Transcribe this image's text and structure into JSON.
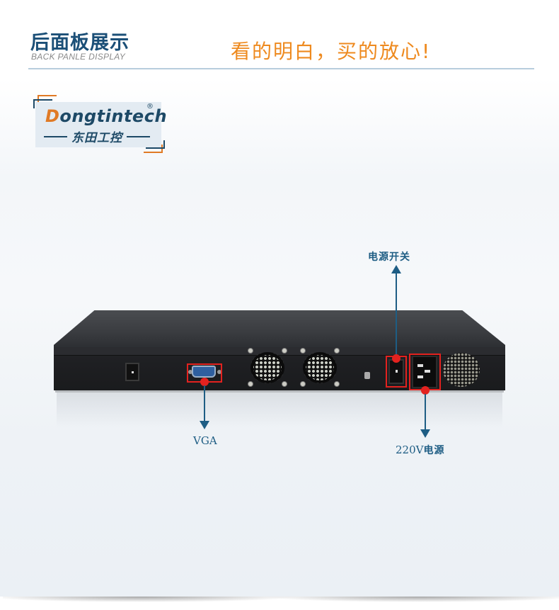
{
  "header": {
    "title_cn": "后面板展示",
    "title_en": "BACK PANLE DISPLAY",
    "slogan": "看的明白，买的放心!"
  },
  "logo": {
    "first_letter": "D",
    "rest": "ongtintech",
    "registered": "®",
    "subtitle": "东田工控"
  },
  "callouts": [
    {
      "id": "vga",
      "label": "VGA",
      "direction": "down"
    },
    {
      "id": "power_switch",
      "label": "电源开关",
      "direction": "up"
    },
    {
      "id": "power_input",
      "label_prefix": "220V",
      "label_suffix": "电源",
      "direction": "down"
    }
  ],
  "colors": {
    "title": "#1b4f77",
    "slogan": "#ee8a1f",
    "callout": "#1e5d84",
    "highlight": "#e3221f",
    "logo_accent": "#e07a25"
  }
}
